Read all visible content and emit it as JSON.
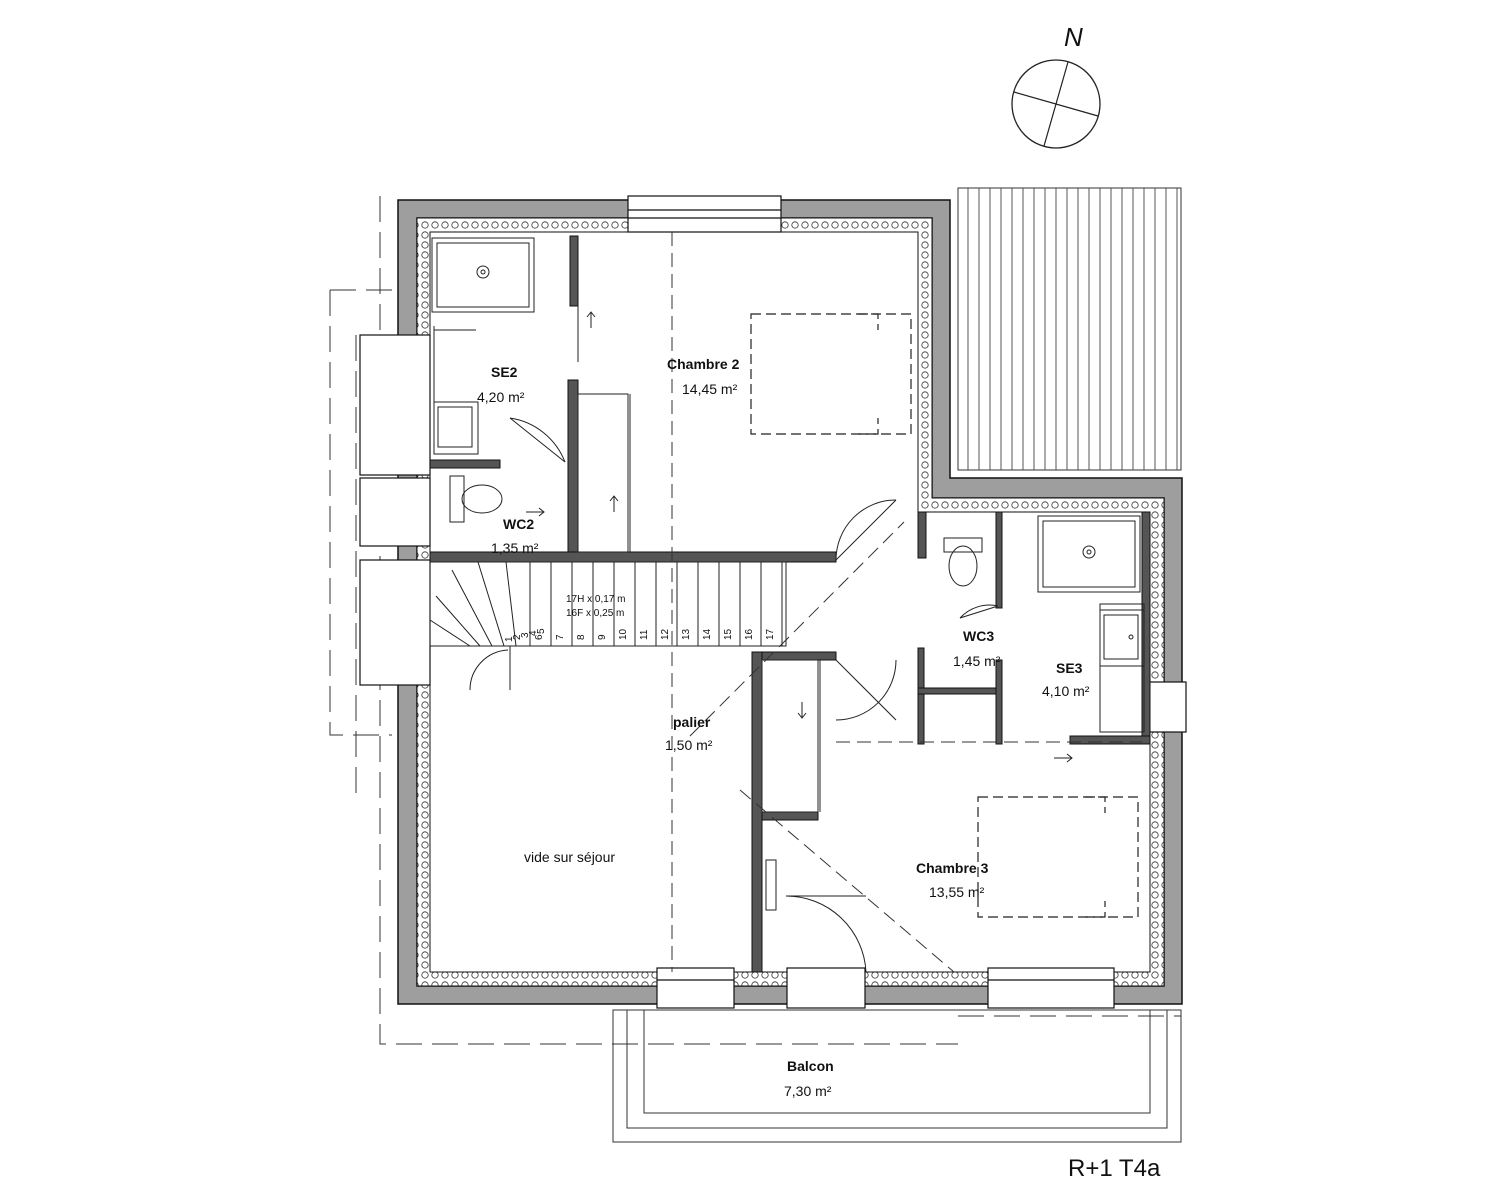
{
  "north_label": "N",
  "plan_title": "R+1 T4a",
  "rooms": {
    "se2": {
      "name": "SE2",
      "area": "4,20 m²"
    },
    "chambre2": {
      "name": "Chambre 2",
      "area": "14,45 m²"
    },
    "wc2": {
      "name": "WC2",
      "area": "1,35 m²"
    },
    "wc3": {
      "name": "WC3",
      "area": "1,45 m²"
    },
    "se3": {
      "name": "SE3",
      "area": "4,10 m²"
    },
    "palier": {
      "name": "palier",
      "area": "1,50 m²"
    },
    "chambre3": {
      "name": "Chambre 3",
      "area": "13,55 m²"
    },
    "balcon": {
      "name": "Balcon",
      "area": "7,30 m²"
    }
  },
  "vide_label": "vide sur séjour",
  "stairs": {
    "risers": "17H x 0,17 m",
    "treads": "16F x 0,25 m",
    "step_numbers": [
      "1",
      "2",
      "3",
      "4",
      "5",
      "6",
      "7",
      "8",
      "9",
      "10",
      "11",
      "12",
      "13",
      "14",
      "15",
      "16",
      "17"
    ]
  }
}
